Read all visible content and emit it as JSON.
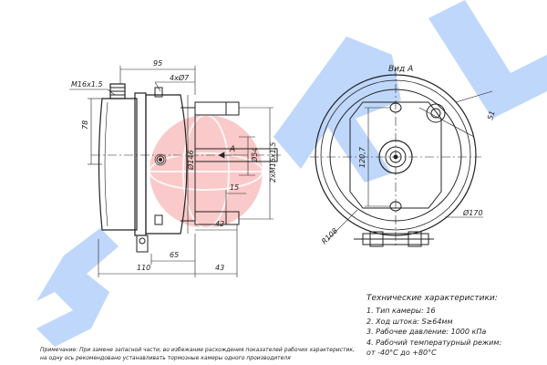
{
  "view_label": "Вид А",
  "arrow_label": "A",
  "dimensions": {
    "d95": "95",
    "thread_m16": "M16x1.5",
    "holes": "4xØ7",
    "d78": "78",
    "d146": "Ø146",
    "d54": "Ø54",
    "stud_thread": "2хМ16х1,5",
    "d15": "15",
    "d42": "42",
    "d65": "65",
    "d110": "110",
    "d43": "43",
    "d120": "120,7",
    "d170": "Ø170",
    "r108": "R108",
    "d51": "51"
  },
  "tech": {
    "title": "Технические характеристики:",
    "items": [
      "1. Тип камеры: 16",
      "2. Ход штока: S≥64мм",
      "3. Рабочее давление: 1000 кПа",
      "4. Рабочий температурный режим:",
      "от -40°С до +80°С"
    ]
  },
  "note": [
    "Примечание: При замене запасной части, во избежание расхождения показателей рабочих характеристик,",
    "на одну ось рекомендовано устанавливать тормозные камеры одного производителя"
  ],
  "watermark": {
    "letters": [
      "S",
      "R",
      "L"
    ],
    "color": "#4f8ff0",
    "globe_color": "#f06a6a"
  }
}
